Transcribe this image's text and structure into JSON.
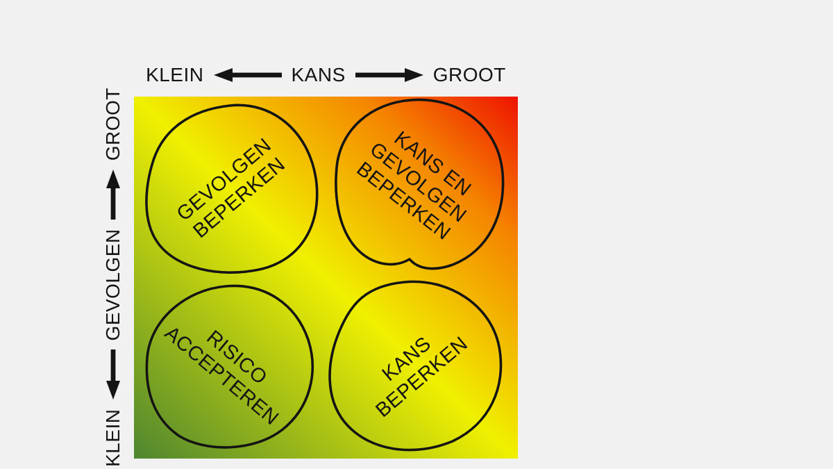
{
  "colors": {
    "page_bg": "#f1f1f1",
    "ink": "#141414",
    "gradient_low": "#4e8630",
    "gradient_mid": "#f0f000",
    "gradient_high": "#f58400",
    "gradient_max": "#ee1200"
  },
  "matrix": {
    "x_axis": {
      "low_label": "KLEIN",
      "title": "KANS",
      "high_label": "GROOT"
    },
    "y_axis": {
      "low_label": "KLEIN",
      "title": "GEVOLGEN",
      "high_label": "GROOT"
    },
    "quadrants": [
      {
        "position": "top-left",
        "lines": [
          "GEVOLGEN",
          "BEPERKEN"
        ],
        "rotation": -40
      },
      {
        "position": "top-right",
        "lines": [
          "KANS EN",
          "GEVOLGEN",
          "BEPERKEN"
        ],
        "rotation": 38
      },
      {
        "position": "bottom-left",
        "lines": [
          "RISICO",
          "ACCEPTEREN"
        ],
        "rotation": 40
      },
      {
        "position": "bottom-right",
        "lines": [
          "KANS",
          "BEPERKEN"
        ],
        "rotation": -40
      }
    ]
  }
}
